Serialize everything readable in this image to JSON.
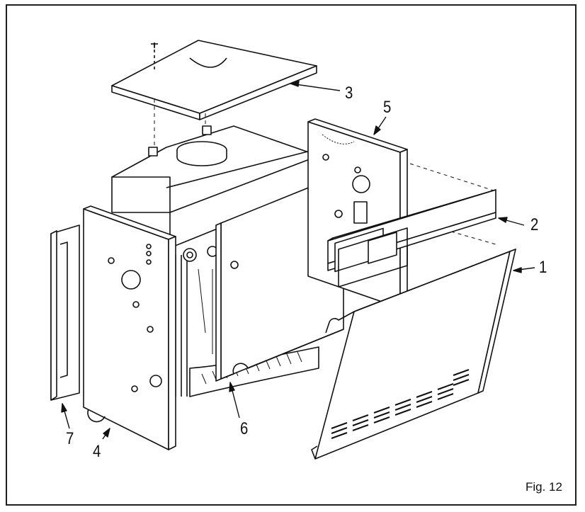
{
  "figure": {
    "caption": "Fig. 12",
    "callouts": {
      "c1": "1",
      "c2": "2",
      "c3": "3",
      "c4": "4",
      "c5": "5",
      "c6": "6",
      "c7": "7"
    }
  }
}
